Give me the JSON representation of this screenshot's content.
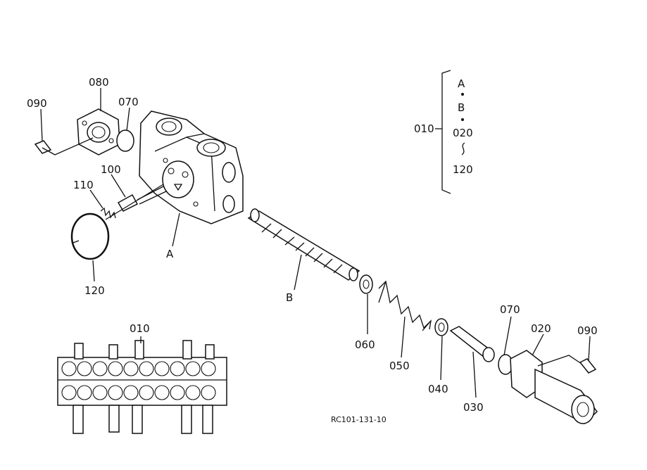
{
  "labels": {
    "p090_top": "090",
    "p080": "080",
    "p070_top": "070",
    "p100": "100",
    "p110": "110",
    "p120_left": "120",
    "pA": "A",
    "pB": "B",
    "p060": "060",
    "p050": "050",
    "p040": "040",
    "p030": "030",
    "p070_bot": "070",
    "p020": "020",
    "p090_bot": "090",
    "p010_assy": "010"
  },
  "legend": {
    "group_label": "010",
    "items": [
      "A",
      "B",
      "020",
      "120"
    ]
  },
  "drawing_code": "RC101-131-10"
}
